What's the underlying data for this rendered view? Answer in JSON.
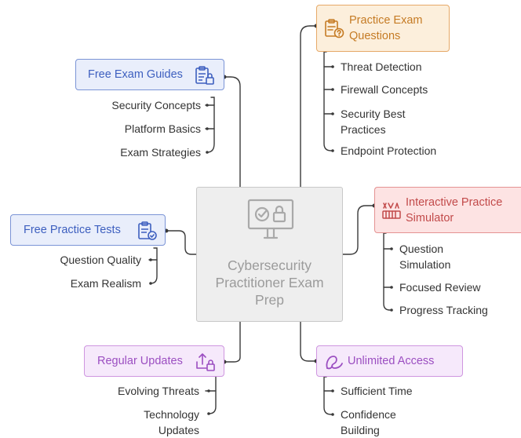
{
  "colors": {
    "blue": {
      "fill": "#e9eefb",
      "border": "#7b94d6",
      "text": "#3d5fbf"
    },
    "orange": {
      "fill": "#fcefdc",
      "border": "#e6a968",
      "text": "#c57b24"
    },
    "red": {
      "fill": "#fde3e3",
      "border": "#e49292",
      "text": "#c24a4a"
    },
    "purple": {
      "fill": "#f6e9fb",
      "border": "#cf96e0",
      "text": "#9b4ec1"
    },
    "gray": {
      "fill": "#eeeeee",
      "border": "#c8c8c8",
      "text": "#9b9b9b"
    }
  },
  "center": {
    "title": "Cybersecurity\nPractitioner Exam\nPrep",
    "icon": "monitor-check-lock-icon"
  },
  "branches": {
    "guides": {
      "title": "Free Exam Guides",
      "icon": "clipboard-lock-icon",
      "items": [
        "Security Concepts",
        "Platform Basics",
        "Exam Strategies"
      ]
    },
    "tests": {
      "title": "Free Practice Tests",
      "icon": "clipboard-check-icon",
      "items": [
        "Question Quality",
        "Exam Realism"
      ]
    },
    "updates": {
      "title": "Regular Updates",
      "icon": "upload-lock-icon",
      "items": [
        "Evolving Threats",
        "Technology\nUpdates"
      ]
    },
    "practice": {
      "title": "Practice Exam\nQuestions",
      "icon": "clipboard-question-icon",
      "items": [
        "Threat Detection",
        "Firewall Concepts",
        "Security Best\nPractices",
        "Endpoint Protection"
      ]
    },
    "simulator": {
      "title": "Interactive Practice\nSimulator",
      "icon": "simulator-icon",
      "items": [
        "Question\nSimulation",
        "Focused Review",
        "Progress Tracking"
      ]
    },
    "access": {
      "title": "Unlimited Access",
      "icon": "infinity-icon",
      "items": [
        "Sufficient Time",
        "Confidence\nBuilding"
      ]
    }
  }
}
